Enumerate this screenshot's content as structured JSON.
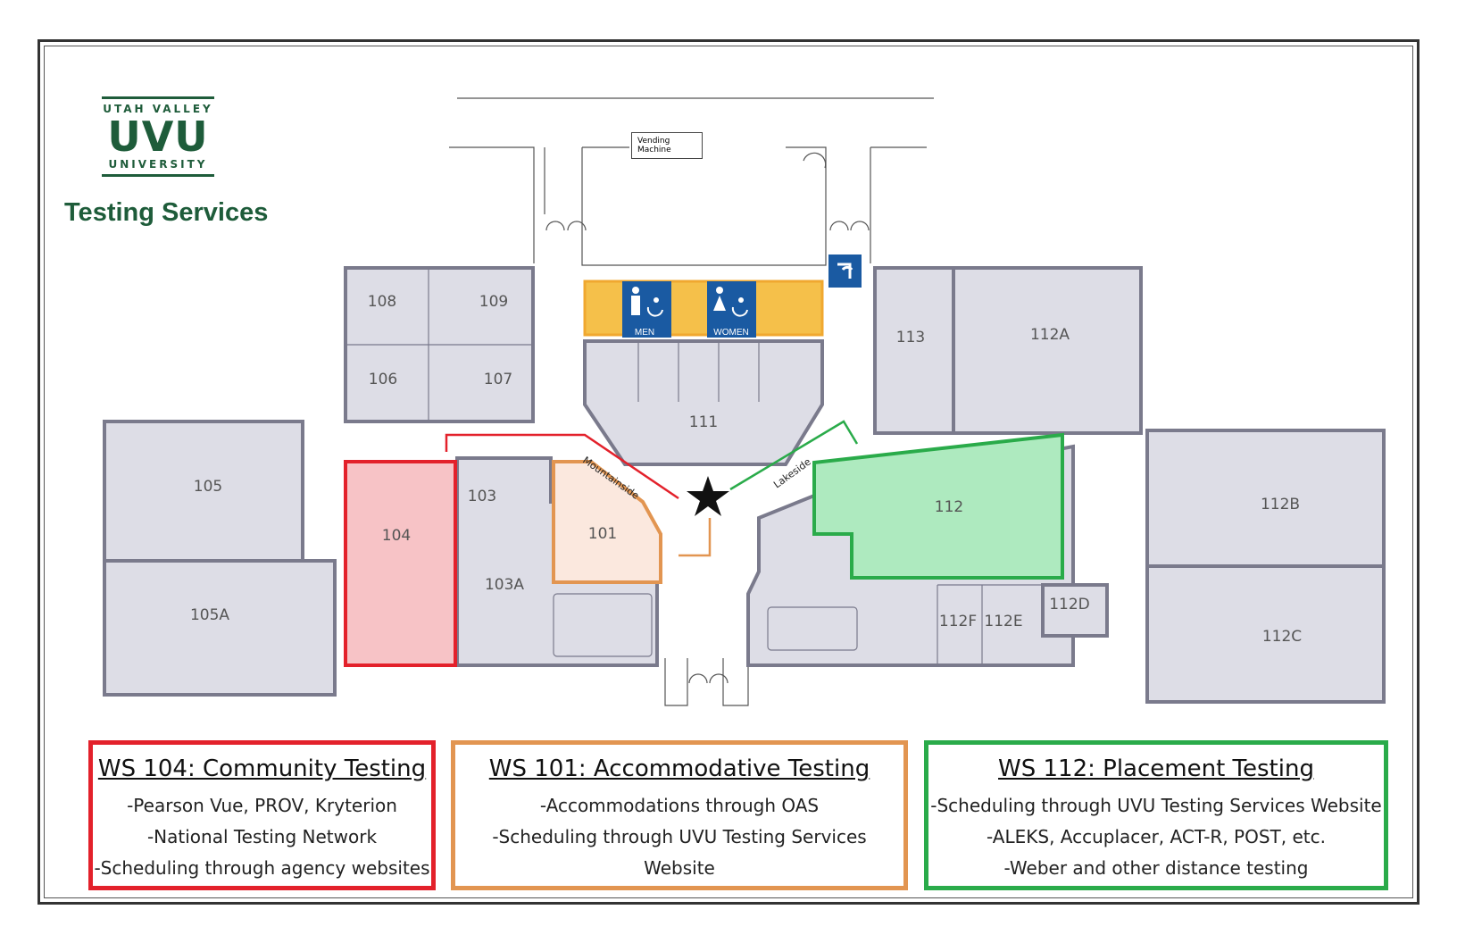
{
  "logo": {
    "top": "UTAH VALLEY",
    "big": "UVU",
    "bottom": "UNIVERSITY",
    "dept": "Testing Services"
  },
  "rooms": {
    "r108": "108",
    "r109": "109",
    "r106": "106",
    "r107": "107",
    "r105": "105",
    "r105a": "105A",
    "r104": "104",
    "r103": "103",
    "r103a": "103A",
    "r101": "101",
    "r111": "111",
    "r113": "113",
    "r112a": "112A",
    "r112": "112",
    "r112b": "112B",
    "r112c": "112C",
    "r112d": "112D",
    "r112e": "112E",
    "r112f": "112F"
  },
  "hallways": {
    "mountainside": "Mountainside",
    "lakeside": "Lakeside"
  },
  "restrooms": {
    "men": "MEN",
    "women": "WOMEN"
  },
  "vending": {
    "line1": "Vending",
    "line2": "Machine"
  },
  "colors": {
    "ws104": "#e3212b",
    "ws101": "#e29551",
    "ws112": "#2aab4a",
    "room_fill": "#dddde6",
    "wall": "#7a7a8c",
    "restroom_blue": "#1a5aa2",
    "restroom_yellow": "#f5c04a"
  },
  "panels": {
    "ws104": {
      "title": "WS 104: Community Testing",
      "lines": [
        "-Pearson Vue, PROV, Kryterion",
        "-National Testing Network",
        "-Scheduling through agency websites"
      ]
    },
    "ws101": {
      "title": "WS 101: Accommodative Testing",
      "lines": [
        "-Accommodations through OAS",
        "-Scheduling through UVU Testing Services Website"
      ]
    },
    "ws112": {
      "title": "WS 112: Placement Testing",
      "lines": [
        "-Scheduling through UVU Testing Services Website",
        "-ALEKS, Accuplacer, ACT-R, POST, etc.",
        "-Weber and other distance testing"
      ]
    }
  }
}
